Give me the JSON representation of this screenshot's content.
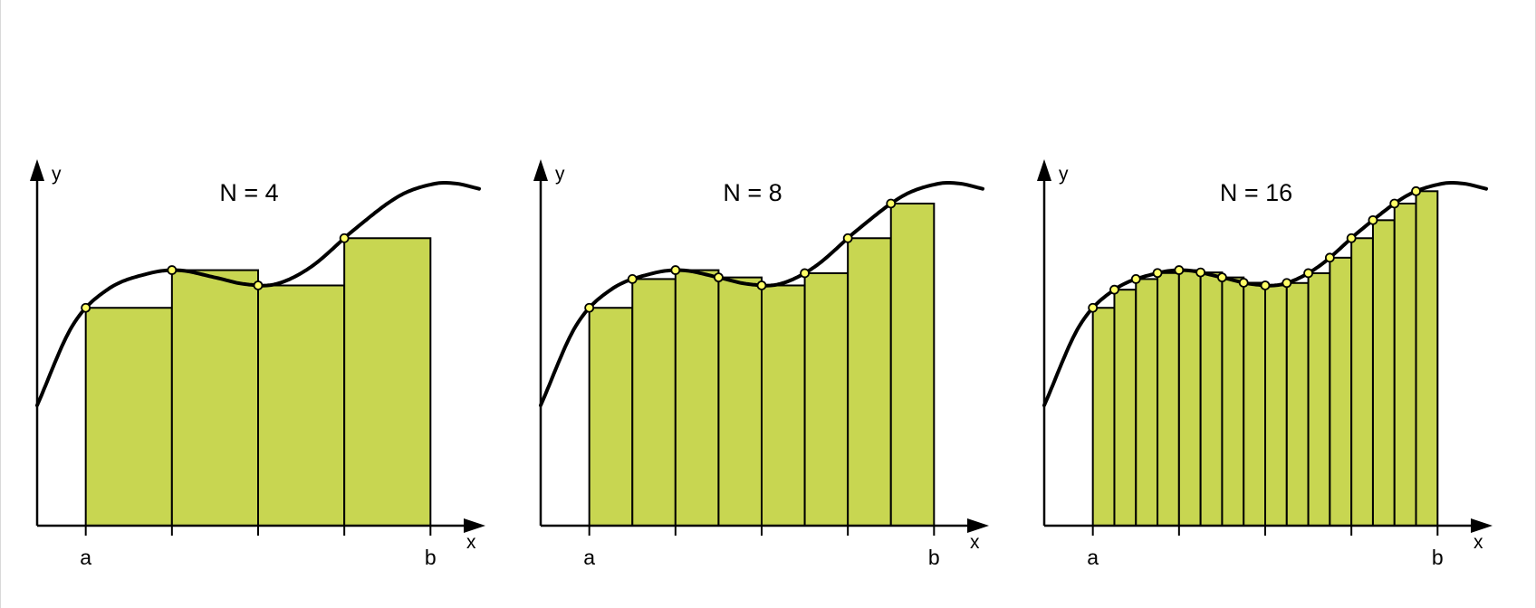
{
  "figure": {
    "background": "#ffffff",
    "bar_color": "#c8d651",
    "point_color": "#ffff66",
    "line_color": "#000000"
  },
  "curve": {
    "description_points": [
      [
        0.0,
        0.35
      ],
      [
        0.08,
        0.58
      ],
      [
        0.16,
        0.685
      ],
      [
        0.25,
        0.73
      ],
      [
        0.32,
        0.74
      ],
      [
        0.4,
        0.72
      ],
      [
        0.47,
        0.7
      ],
      [
        0.54,
        0.7
      ],
      [
        0.62,
        0.75
      ],
      [
        0.72,
        0.86
      ],
      [
        0.82,
        0.955
      ],
      [
        0.9,
        0.99
      ],
      [
        0.95,
        0.99
      ],
      [
        1.0,
        0.975
      ]
    ],
    "x_range": [
      0.0,
      1.0
    ],
    "a": 0.11,
    "b": 0.89
  },
  "panels": [
    {
      "title": "N = 4",
      "n": 4,
      "y_label": "y",
      "x_label": "x",
      "a_label": "a",
      "b_label": "b"
    },
    {
      "title": "N = 8",
      "n": 8,
      "y_label": "y",
      "x_label": "x",
      "a_label": "a",
      "b_label": "b"
    },
    {
      "title": "N = 16",
      "n": 16,
      "y_label": "y",
      "x_label": "x",
      "a_label": "a",
      "b_label": "b"
    }
  ]
}
